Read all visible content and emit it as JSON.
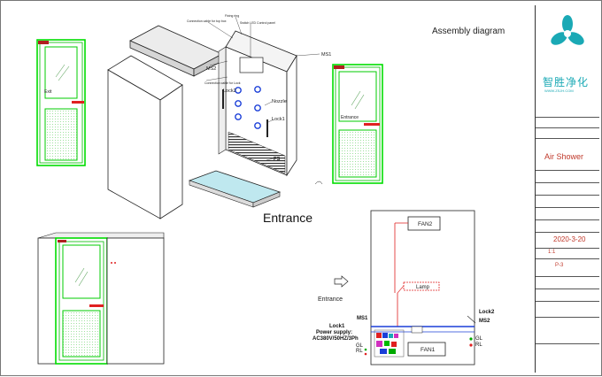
{
  "sheet": {
    "heading": "Assembly diagram",
    "entrance_label": "Entrance",
    "arrow_label": "Entrance"
  },
  "door_left": {
    "label": "Exit"
  },
  "door_right": {
    "label": "Entrance"
  },
  "unit_labels": {
    "ms1": "MS1",
    "ms2": "MS2",
    "lock2": "Lock2",
    "lock1": "Lock1",
    "nozzle": "Nozzle",
    "ps": "PS",
    "callout_1": "Fixing ring",
    "callout_2": "Connection cable for top box",
    "callout_3": "Switch LED Control panel",
    "callout_4": "Connection cable for Lock"
  },
  "wiring": {
    "fan2": "FAN2",
    "fan1": "FAN1",
    "lamp": "Lamp",
    "ms1": "MS1",
    "ms2": "MS2",
    "lock1": "Lock1",
    "lock2": "Lock2",
    "power_1": "Power supply:",
    "power_2": "AC380V/50HZ/3Ph",
    "gl_1": "GL",
    "rl_1": "RL",
    "gl_2": "GL",
    "rl_2": "RL"
  },
  "title_block": {
    "brand_cn": "智胜净化",
    "brand_sub": "WWW.ZSJH.COM",
    "product_value": "Air Shower",
    "date_value": "2020-3-20",
    "scale_value": "1:1",
    "drawing_no": "P-3"
  },
  "colors": {
    "frame_green": "#00dd00",
    "handle_red": "#e02020",
    "wire_blue": "#1b3fd8",
    "wire_red": "#e02020",
    "accent_red": "#c0392b",
    "logo_teal": "#1aa9b5"
  }
}
